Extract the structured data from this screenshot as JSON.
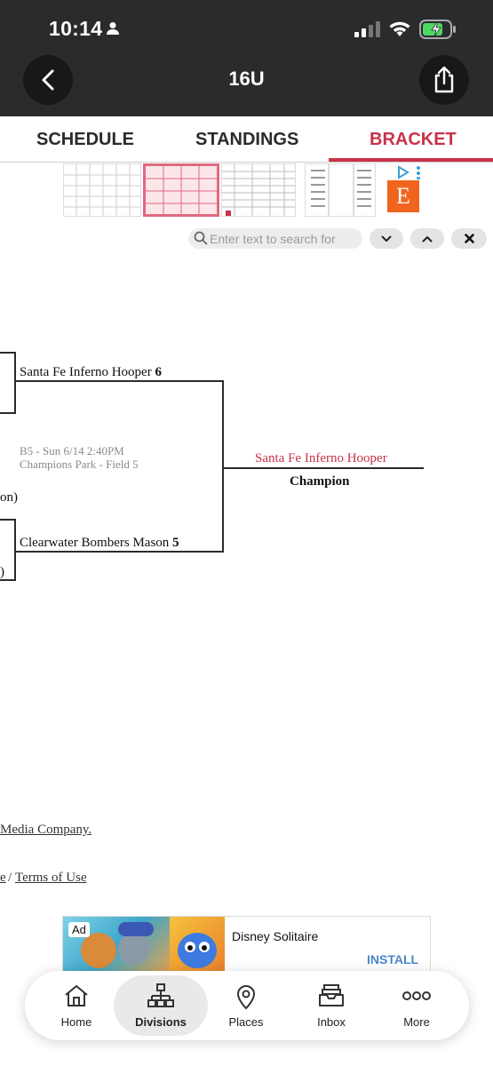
{
  "status_bar": {
    "time": "10:14"
  },
  "header": {
    "title": "16U",
    "back_icon": "chevron-left-icon",
    "share_icon": "share-icon"
  },
  "tabs": [
    {
      "label": "SCHEDULE",
      "active": false
    },
    {
      "label": "STANDINGS",
      "active": false
    },
    {
      "label": "BRACKET",
      "active": true
    }
  ],
  "colors": {
    "accent": "#c8324a",
    "header_bg": "#2a2b2d"
  },
  "top_ad": {
    "brand_letter": "E"
  },
  "search": {
    "placeholder": "Enter text to search for"
  },
  "bracket": {
    "team_top": {
      "name": "Santa Fe Inferno Hooper",
      "score": "6"
    },
    "team_bottom": {
      "name": "Clearwater Bombers Mason",
      "score": "5"
    },
    "game_code": "B5 - Sun 6/14 2:40PM",
    "game_location": "Champions Park - Field 5",
    "cut_text_mid": "on)",
    "cut_text_low": ")",
    "winner": "Santa Fe Inferno Hooper",
    "champion_label": "Champion"
  },
  "footer": {
    "company_link": "Media Company.",
    "privacy_fragment": "e",
    "separator": "/",
    "terms_link": "Terms of Use"
  },
  "bottom_ad": {
    "badge": "Ad",
    "title": "Disney Solitaire",
    "cta": "INSTALL"
  },
  "bottom_nav": [
    {
      "label": "Home",
      "icon": "home-icon",
      "active": false
    },
    {
      "label": "Divisions",
      "icon": "divisions-icon",
      "active": true
    },
    {
      "label": "Places",
      "icon": "location-pin-icon",
      "active": false
    },
    {
      "label": "Inbox",
      "icon": "inbox-icon",
      "active": false
    },
    {
      "label": "More",
      "icon": "more-icon",
      "active": false
    }
  ]
}
